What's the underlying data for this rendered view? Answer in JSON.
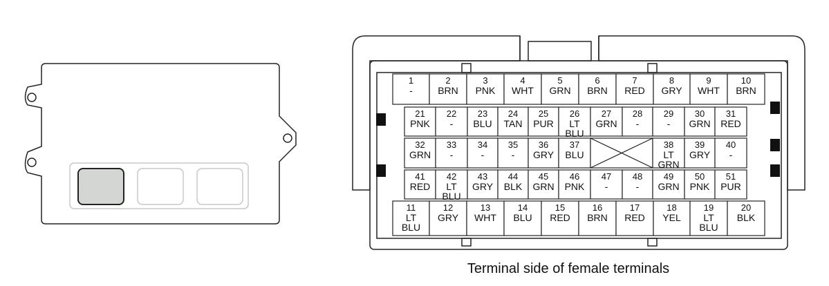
{
  "caption": "Terminal side of female terminals",
  "connector": {
    "row1": [
      {
        "pin": "1",
        "wire": [
          "-"
        ]
      },
      {
        "pin": "2",
        "wire": [
          "BRN"
        ]
      },
      {
        "pin": "3",
        "wire": [
          "PNK"
        ]
      },
      {
        "pin": "4",
        "wire": [
          "WHT"
        ]
      },
      {
        "pin": "5",
        "wire": [
          "GRN"
        ]
      },
      {
        "pin": "6",
        "wire": [
          "BRN"
        ]
      },
      {
        "pin": "7",
        "wire": [
          "RED"
        ]
      },
      {
        "pin": "8",
        "wire": [
          "GRY"
        ]
      },
      {
        "pin": "9",
        "wire": [
          "WHT"
        ]
      },
      {
        "pin": "10",
        "wire": [
          "BRN"
        ]
      }
    ],
    "row2": [
      {
        "pin": "21",
        "wire": [
          "PNK"
        ]
      },
      {
        "pin": "22",
        "wire": [
          "-"
        ]
      },
      {
        "pin": "23",
        "wire": [
          "BLU"
        ]
      },
      {
        "pin": "24",
        "wire": [
          "TAN"
        ]
      },
      {
        "pin": "25",
        "wire": [
          "PUR"
        ]
      },
      {
        "pin": "26",
        "wire": [
          "LT",
          "BLU"
        ]
      },
      {
        "pin": "27",
        "wire": [
          "GRN"
        ]
      },
      {
        "pin": "28",
        "wire": [
          "-"
        ]
      },
      {
        "pin": "29",
        "wire": [
          "-"
        ]
      },
      {
        "pin": "30",
        "wire": [
          "GRN"
        ]
      },
      {
        "pin": "31",
        "wire": [
          "RED"
        ]
      }
    ],
    "row3": [
      {
        "pin": "32",
        "wire": [
          "GRN"
        ]
      },
      {
        "pin": "33",
        "wire": [
          "-"
        ]
      },
      {
        "pin": "34",
        "wire": [
          "-"
        ]
      },
      {
        "pin": "35",
        "wire": [
          "-"
        ]
      },
      {
        "pin": "36",
        "wire": [
          "GRY"
        ]
      },
      {
        "pin": "37",
        "wire": [
          "BLU"
        ]
      },
      {
        "pin": "",
        "wire": []
      },
      {
        "pin": "38",
        "wire": [
          "LT",
          "GRN"
        ]
      },
      {
        "pin": "39",
        "wire": [
          "GRY"
        ]
      },
      {
        "pin": "40",
        "wire": [
          "-"
        ]
      }
    ],
    "row4": [
      {
        "pin": "41",
        "wire": [
          "RED"
        ]
      },
      {
        "pin": "42",
        "wire": [
          "LT",
          "BLU"
        ]
      },
      {
        "pin": "43",
        "wire": [
          "GRY"
        ]
      },
      {
        "pin": "44",
        "wire": [
          "BLK"
        ]
      },
      {
        "pin": "45",
        "wire": [
          "GRN"
        ]
      },
      {
        "pin": "46",
        "wire": [
          "PNK"
        ]
      },
      {
        "pin": "47",
        "wire": [
          "-"
        ]
      },
      {
        "pin": "48",
        "wire": [
          "-"
        ]
      },
      {
        "pin": "49",
        "wire": [
          "GRN"
        ]
      },
      {
        "pin": "50",
        "wire": [
          "PNK"
        ]
      },
      {
        "pin": "51",
        "wire": [
          "PUR"
        ]
      }
    ],
    "row5": [
      {
        "pin": "11",
        "wire": [
          "LT",
          "BLU"
        ]
      },
      {
        "pin": "12",
        "wire": [
          "GRY"
        ]
      },
      {
        "pin": "13",
        "wire": [
          "WHT"
        ]
      },
      {
        "pin": "14",
        "wire": [
          "BLU"
        ]
      },
      {
        "pin": "15",
        "wire": [
          "RED"
        ]
      },
      {
        "pin": "16",
        "wire": [
          "BRN"
        ]
      },
      {
        "pin": "17",
        "wire": [
          "RED"
        ]
      },
      {
        "pin": "18",
        "wire": [
          "YEL"
        ]
      },
      {
        "pin": "19",
        "wire": [
          "LT",
          "BLU"
        ]
      },
      {
        "pin": "20",
        "wire": [
          "BLK"
        ]
      }
    ]
  },
  "colors": {
    "line": "#222222",
    "highlight_socket": "#d4d6d4",
    "faded_socket": "#c8c8c8",
    "lock_tab": "#111111"
  }
}
